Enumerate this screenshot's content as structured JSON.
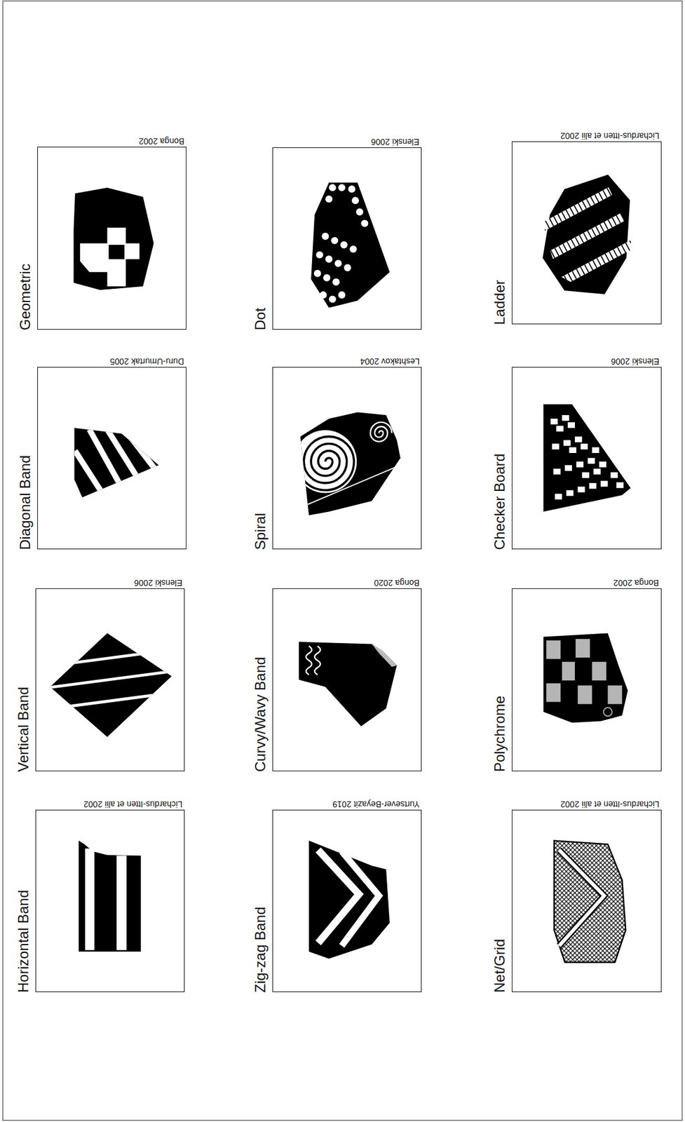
{
  "diagram": {
    "nodes": [
      {
        "text": [
          "Horizontal Band",
          "Lichardus-Itten et alii 2002"
        ]
      },
      {
        "text": [
          "Vertical Band",
          "Elenski 2006"
        ]
      },
      {
        "text": [
          "Diagonal Band",
          "Duru-Umurtak 2005"
        ]
      },
      {
        "text": [
          "Geometric",
          "Bonga 2002"
        ]
      },
      {
        "text": [
          "Zig-zag Band",
          "Yurtsever-Beyazit 2019"
        ]
      },
      {
        "text": [
          "Curvy/Wavy Band",
          "Bonga 2020"
        ]
      },
      {
        "text": [
          "Spiral",
          "Leshtakov 2004"
        ]
      },
      {
        "text": [
          "Dot",
          "Elenski 2006"
        ]
      },
      {
        "text": [
          "Net/Grid",
          "Lichardus-Itten et alii 2002"
        ]
      },
      {
        "text": [
          "Polychrome",
          "Bonga 2002"
        ]
      },
      {
        "text": [
          "Checker Board",
          "Elenski 2006"
        ]
      },
      {
        "text": [
          "Ladder",
          "Lichardus-Itten et alii 2002"
        ]
      }
    ]
  }
}
